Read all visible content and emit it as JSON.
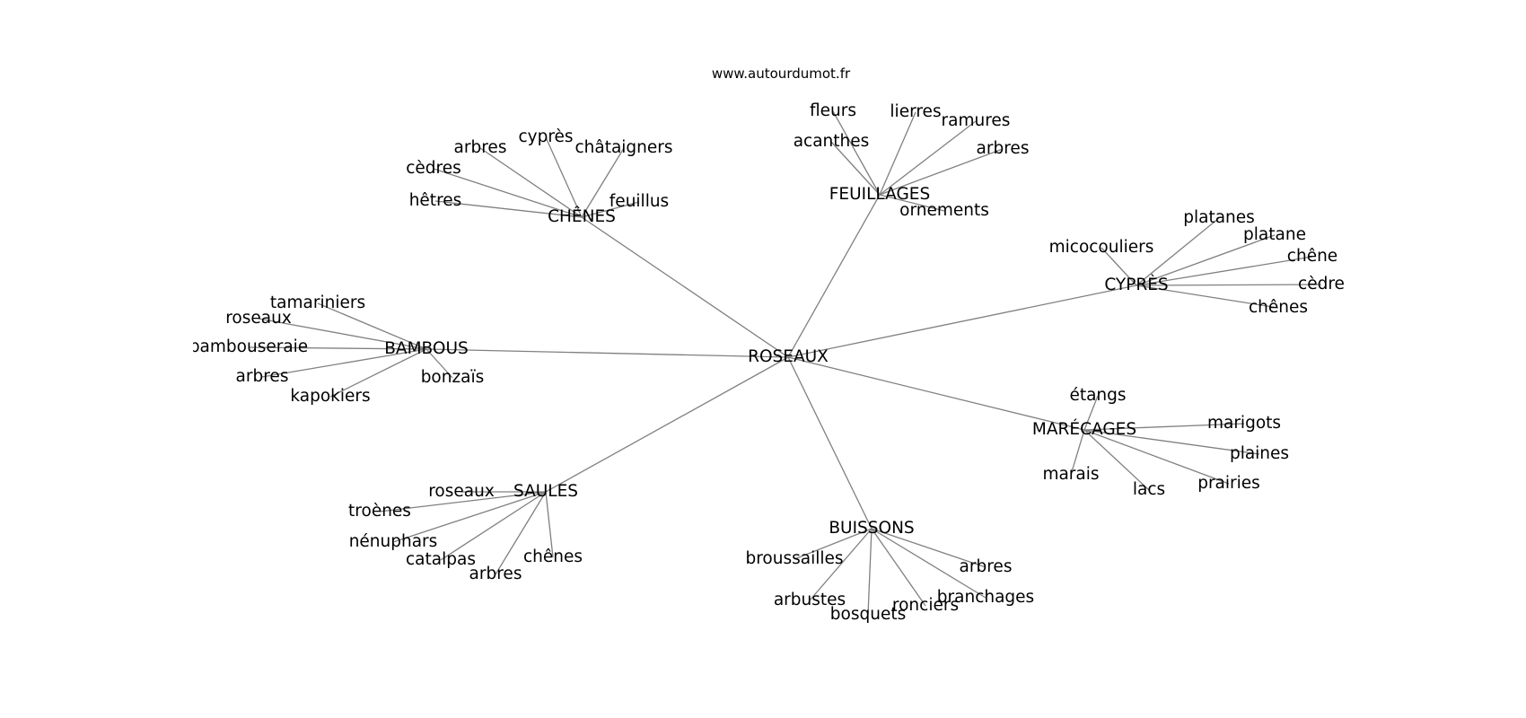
{
  "source": "www.autourdumot.fr",
  "graph": {
    "root": "ROSEAUX",
    "hubs": [
      {
        "id": "chenes",
        "label": "CHÊNES",
        "leaves": [
          "arbres",
          "cyprès",
          "châtaigners",
          "cèdres",
          "feuillus",
          "hêtres"
        ]
      },
      {
        "id": "feuillages",
        "label": "FEUILLAGES",
        "leaves": [
          "fleurs",
          "lierres",
          "ramures",
          "acanthes",
          "arbres",
          "ornements"
        ]
      },
      {
        "id": "cypres",
        "label": "CYPRÈS",
        "leaves": [
          "platanes",
          "platane",
          "micocouliers",
          "chêne",
          "cèdre",
          "chênes"
        ]
      },
      {
        "id": "bambous",
        "label": "BAMBOUS",
        "leaves": [
          "tamariniers",
          "roseaux",
          "bambouseraie",
          "arbres",
          "bonzaïs",
          "kapokiers"
        ]
      },
      {
        "id": "marecages",
        "label": "MARÉCAGES",
        "leaves": [
          "étangs",
          "marigots",
          "plaines",
          "marais",
          "prairies",
          "lacs"
        ]
      },
      {
        "id": "saules",
        "label": "SAULES",
        "leaves": [
          "roseaux",
          "troènes",
          "nénuphars",
          "catalpas",
          "chênes",
          "arbres"
        ]
      },
      {
        "id": "buissons",
        "label": "BUISSONS",
        "leaves": [
          "broussailles",
          "arbres",
          "branchages",
          "arbustes",
          "ronciers",
          "bosquets"
        ]
      }
    ]
  }
}
